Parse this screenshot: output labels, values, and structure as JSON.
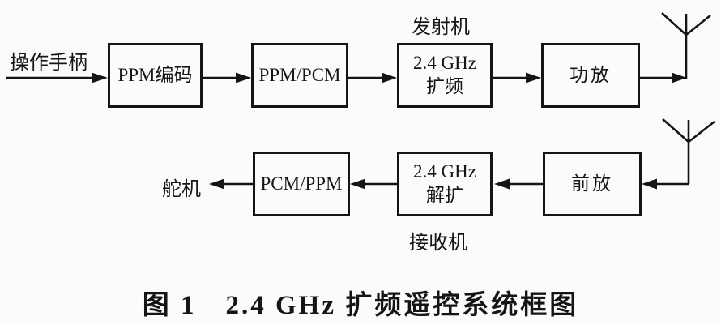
{
  "diagram": {
    "caption": "图 1　2.4 GHz 扩频遥控系统框图",
    "labels": {
      "input": "操作手柄",
      "output": "舵机",
      "transmitter": "发射机",
      "receiver": "接收机"
    },
    "blocks": {
      "ppm_encoder": "PPM编码",
      "ppm_pcm": "PPM/PCM",
      "spread": {
        "line1": "2.4 GHz",
        "line2": "扩频"
      },
      "power_amp": "功放",
      "preamp": "前放",
      "despread": {
        "line1": "2.4 GHz",
        "line2": "解扩"
      },
      "pcm_ppm": "PCM/PPM"
    },
    "icons": {
      "tx_antenna": "antenna-icon",
      "rx_antenna": "antenna-icon"
    },
    "colors": {
      "line": "#151515",
      "background": "#fbfbf9"
    }
  }
}
